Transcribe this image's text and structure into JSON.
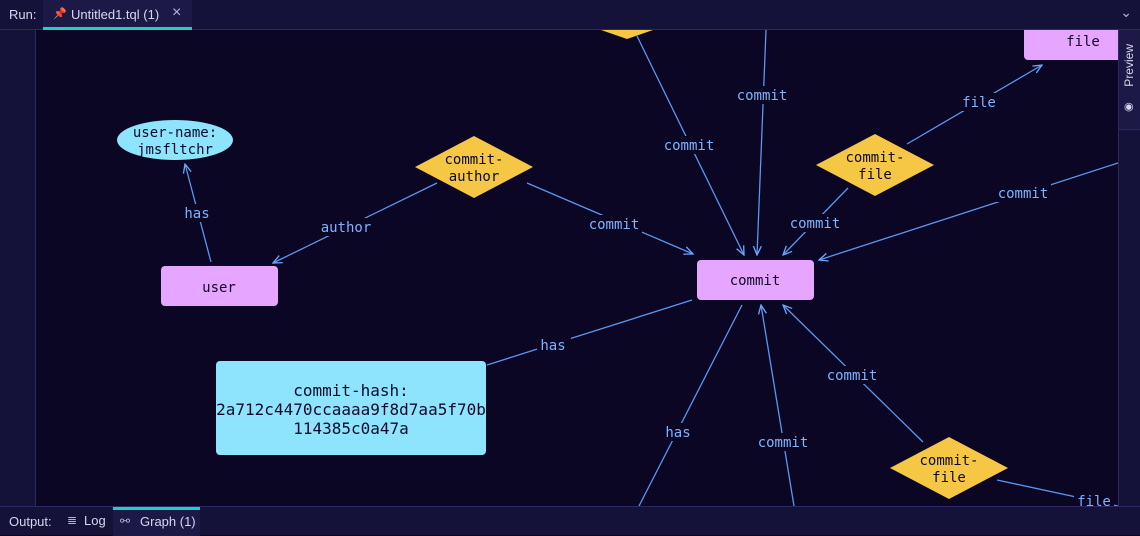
{
  "toolbar": {
    "run_label": "Run:",
    "tab_title": "Untitled1.tql (1)",
    "close_icon": "×",
    "pin_icon": "pin-icon",
    "expand_icon": "chevron-down-icon"
  },
  "side_panel": {
    "preview_label": "Preview"
  },
  "graph": {
    "nodes": {
      "user_name_attr": {
        "line1": "user-name:",
        "line2": "jmsfltchr"
      },
      "commit_author_rel": {
        "line1": "commit-",
        "line2": "author"
      },
      "commit_file_rel_top": {
        "line1": "commit-",
        "line2": "file"
      },
      "commit_file_rel_bottom": {
        "line1": "commit-",
        "line2": "file"
      },
      "user_entity": {
        "label": "user"
      },
      "commit_entity": {
        "label": "commit"
      },
      "file_entity": {
        "label": "file"
      },
      "commit_hash_attr": {
        "line1": "commit-hash:",
        "line2": "2a712c4470ccaaaa9f8d7aa5f70b",
        "line3": "114385c0a47a"
      }
    },
    "edges": {
      "has_user_name": "has",
      "author": "author",
      "commit_from_author": "commit",
      "commit_top_left": "commit",
      "commit_top_center": "commit",
      "commit_from_file_rel": "commit",
      "commit_right": "commit",
      "file_top": "file",
      "has_hash": "has",
      "has_bottom": "has",
      "commit_bottom_center": "commit",
      "commit_from_bottom_file_rel": "commit",
      "file_bottom": "file"
    }
  },
  "output": {
    "label": "Output:",
    "log_tab": "Log",
    "graph_tab": "Graph (1)"
  }
}
